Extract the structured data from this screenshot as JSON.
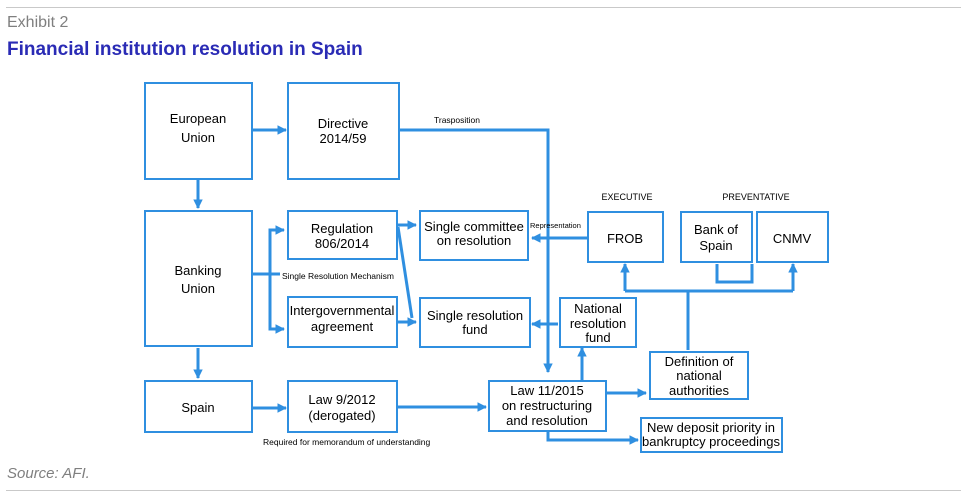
{
  "header": {
    "exhibit": "Exhibit 2",
    "title": "Financial institution resolution in Spain"
  },
  "footer": {
    "source": "Source: AFI."
  },
  "diagram": {
    "nodes": {
      "eu": [
        "European",
        "Union"
      ],
      "directive": [
        "Directive",
        "2014/59"
      ],
      "banking_union": [
        "Banking",
        "Union"
      ],
      "regulation": [
        "Regulation",
        "806/2014"
      ],
      "intergov": [
        "Intergovernmental",
        "agreement"
      ],
      "single_committee": [
        "Single committee",
        "on resolution"
      ],
      "single_fund": [
        "Single resolution",
        "fund"
      ],
      "frob": [
        "FROB"
      ],
      "bank_of_spain": [
        "Bank of",
        "Spain"
      ],
      "cnmv": [
        "CNMV"
      ],
      "national_fund": [
        "National",
        "resolution",
        "fund"
      ],
      "definition": [
        "Definition of",
        "national",
        "authorities"
      ],
      "spain": [
        "Spain"
      ],
      "law_9_2012": [
        "Law 9/2012",
        "(derogated)"
      ],
      "law_11_2015": [
        "Law 11/2015",
        "on restructuring",
        "and resolution"
      ],
      "deposit_priority": [
        "New deposit priority in",
        "bankruptcy proceedings"
      ]
    },
    "labels": {
      "trasposition": "Trasposition",
      "representation": "Representation",
      "srm": "Single Resolution Mechanism",
      "mou": "Required for memorandum of understanding",
      "executive": "EXECUTIVE",
      "preventative": "PREVENTATIVE"
    },
    "colors": {
      "accent": "#2f8fe0",
      "title": "#2a2bb5",
      "muted": "#7f7f7f"
    }
  }
}
